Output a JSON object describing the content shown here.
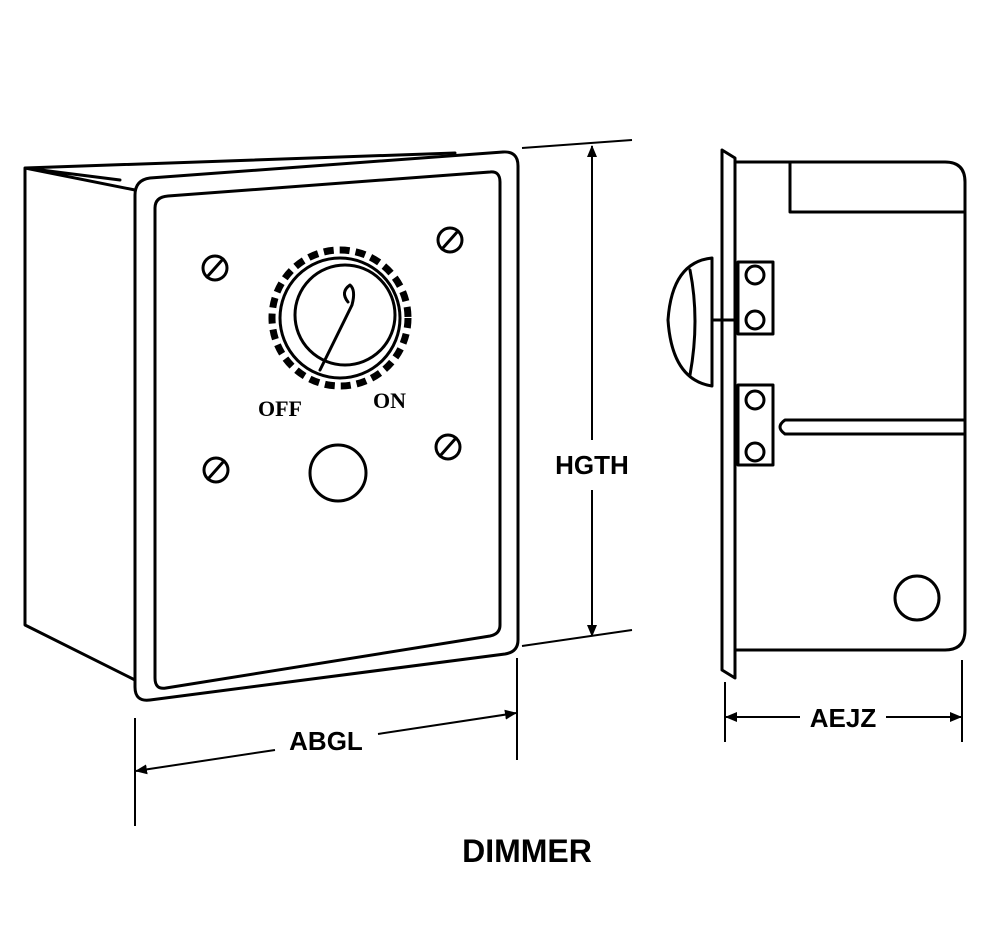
{
  "title": "DIMMER",
  "front_view": {
    "off_label": "OFF",
    "on_label": "ON"
  },
  "dimensions": {
    "height": "HGTH",
    "width": "ABGL",
    "depth": "AEJZ"
  }
}
